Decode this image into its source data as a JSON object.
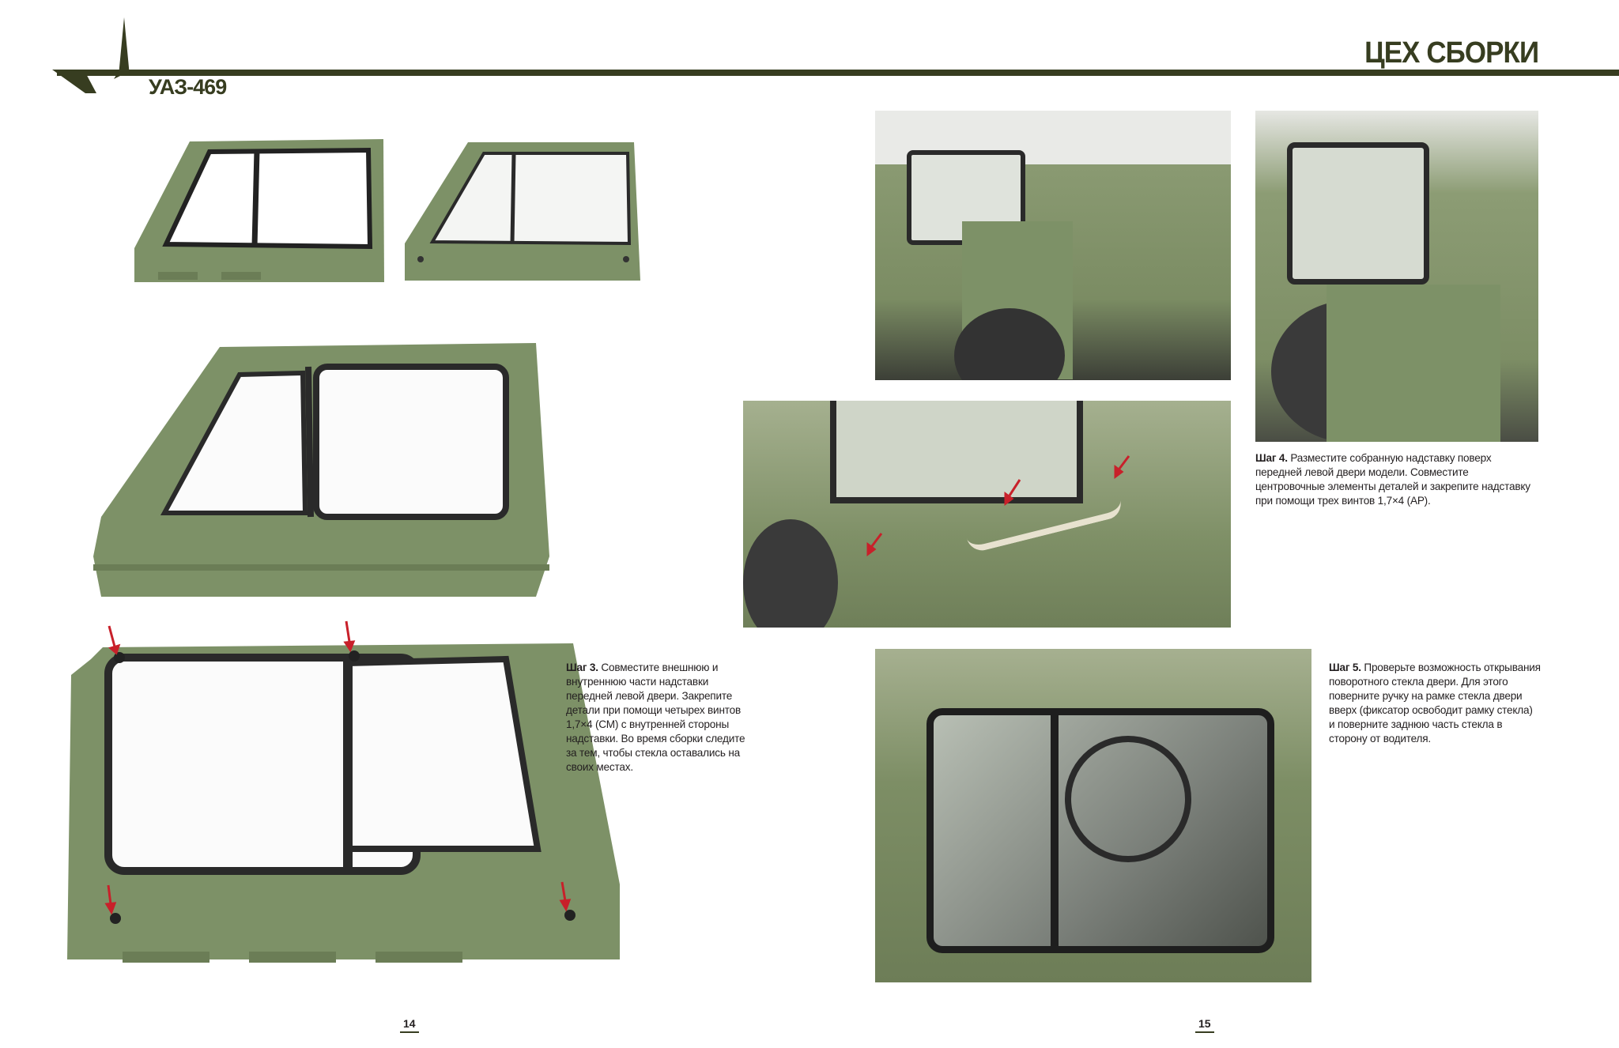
{
  "header": {
    "section_title": "ЦЕХ СБОРКИ",
    "model": "УАЗ-469"
  },
  "colors": {
    "brand": "#373d20",
    "door_green": "#7d9167",
    "arrow": "#c8202a"
  },
  "steps": [
    {
      "label": "Шаг 3.",
      "text": " Совместите внешнюю и внутреннюю части надставки передней левой двери. Закрепите детали при помощи четырех винтов 1,7×4 (СМ) с внутренней стороны надставки. Во время сборки следите за тем, чтобы стекла оставались на своих местах."
    },
    {
      "label": "Шаг 4.",
      "text": " Разместите собранную надставку поверх передней левой двери модели. Совместите центровочные элементы деталей и закрепите надставку при помощи трех винтов 1,7×4 (АР)."
    },
    {
      "label": "Шаг 5.",
      "text": " Проверьте возможность открывания поворотного стекла двери. Для этого поверните ручку на рамке стекла двери вверх (фиксатор освободит рамку стекла) и поверните заднюю часть стекла в сторону от водителя."
    }
  ],
  "pages": {
    "left": "14",
    "right": "15"
  }
}
